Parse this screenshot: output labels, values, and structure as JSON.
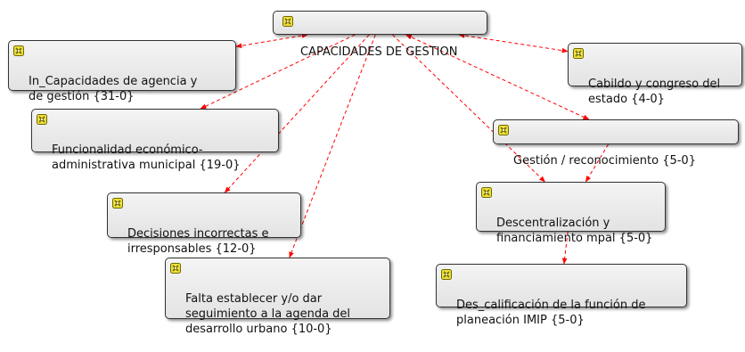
{
  "icon": "concept-code-icon",
  "colors": {
    "link": "#ff0000",
    "icon_fill": "#f2df3c",
    "icon_stroke": "#6b6b00",
    "node_border": "#333333"
  },
  "nodes": [
    {
      "id": "root",
      "label": "CAPACIDADES DE GESTION"
    },
    {
      "id": "n1",
      "label": "In_Capacidades de agencia y\nde gestión {31-0}"
    },
    {
      "id": "n2",
      "label": "Cabildo y congreso del\nestado {4-0}"
    },
    {
      "id": "n3",
      "label": "Funcionalidad económico-\nadministrativa municipal {19-0}"
    },
    {
      "id": "n4",
      "label": "Gestión / reconocimiento {5-0}"
    },
    {
      "id": "n5",
      "label": "Decisiones incorrectas e\nirresponsables {12-0}"
    },
    {
      "id": "n6",
      "label": "Descentralización y\nfinanciamiento mpal {5-0}"
    },
    {
      "id": "n7",
      "label": "Falta establecer y/o dar\nseguimiento a la agenda del\ndesarrollo urbano {10-0}"
    },
    {
      "id": "n8",
      "label": "Des_calificación de la función de\nplaneación IMIP {5-0}"
    }
  ],
  "links": [
    {
      "from": "root",
      "to": "n1",
      "bidirectional": true
    },
    {
      "from": "root",
      "to": "n2",
      "bidirectional": true
    },
    {
      "from": "root",
      "to": "n3",
      "bidirectional": false
    },
    {
      "from": "root",
      "to": "n4",
      "bidirectional": true
    },
    {
      "from": "root",
      "to": "n5",
      "bidirectional": false
    },
    {
      "from": "root",
      "to": "n6",
      "bidirectional": false
    },
    {
      "from": "root",
      "to": "n7",
      "bidirectional": false
    },
    {
      "from": "n4",
      "to": "n6",
      "bidirectional": false
    },
    {
      "from": "n6",
      "to": "n8",
      "bidirectional": false
    }
  ]
}
